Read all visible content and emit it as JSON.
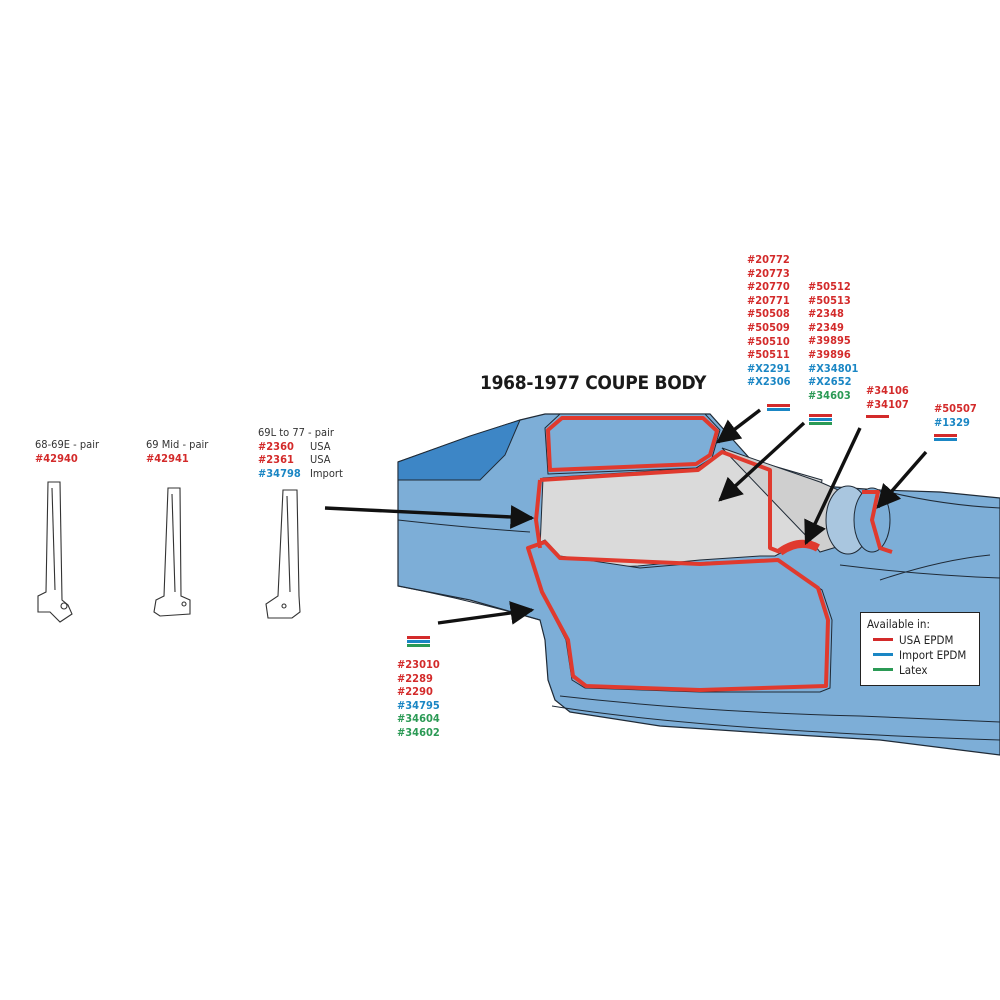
{
  "title": "1968-1977 COUPE BODY",
  "colors": {
    "usa_epdm": "#d32a2a",
    "import_epdm": "#1a86c4",
    "latex": "#2b9a55",
    "body": "#7daed7",
    "seal": "#e03a2e"
  },
  "pillar_parts": [
    {
      "label": "68-69E - pair",
      "parts": [
        {
          "pn": "#42940",
          "color": "red",
          "note": ""
        }
      ]
    },
    {
      "label": "69 Mid - pair",
      "parts": [
        {
          "pn": "#42941",
          "color": "red",
          "note": ""
        }
      ]
    },
    {
      "label": "69L to 77 - pair",
      "parts": [
        {
          "pn": "#2360",
          "color": "red",
          "note": "USA"
        },
        {
          "pn": "#2361",
          "color": "red",
          "note": "USA"
        },
        {
          "pn": "#34798",
          "color": "blue",
          "note": "Import"
        }
      ]
    }
  ],
  "callouts": {
    "roof": {
      "parts": [
        {
          "pn": "#20772",
          "color": "red"
        },
        {
          "pn": "#20773",
          "color": "red"
        },
        {
          "pn": "#20770",
          "color": "red"
        },
        {
          "pn": "#20771",
          "color": "red"
        },
        {
          "pn": "#50508",
          "color": "red"
        },
        {
          "pn": "#50509",
          "color": "red"
        },
        {
          "pn": "#50510",
          "color": "red"
        },
        {
          "pn": "#50511",
          "color": "red"
        },
        {
          "pn": "#X2291",
          "color": "blue"
        },
        {
          "pn": "#X2306",
          "color": "blue"
        }
      ]
    },
    "window": {
      "parts": [
        {
          "pn": "#50512",
          "color": "red"
        },
        {
          "pn": "#50513",
          "color": "red"
        },
        {
          "pn": "#2348",
          "color": "red"
        },
        {
          "pn": "#2349",
          "color": "red"
        },
        {
          "pn": "#39895",
          "color": "red"
        },
        {
          "pn": "#39896",
          "color": "red"
        },
        {
          "pn": "#X34801",
          "color": "blue"
        },
        {
          "pn": "#X2652",
          "color": "blue"
        },
        {
          "pn": "#34603",
          "color": "green"
        }
      ]
    },
    "corner": {
      "parts": [
        {
          "pn": "#34106",
          "color": "red"
        },
        {
          "pn": "#34107",
          "color": "red"
        }
      ]
    },
    "rear": {
      "parts": [
        {
          "pn": "#50507",
          "color": "red"
        },
        {
          "pn": "#1329",
          "color": "blue"
        }
      ]
    },
    "door": {
      "parts": [
        {
          "pn": "#23010",
          "color": "red"
        },
        {
          "pn": "#2289",
          "color": "red"
        },
        {
          "pn": "#2290",
          "color": "red"
        },
        {
          "pn": "#34795",
          "color": "blue"
        },
        {
          "pn": "#34604",
          "color": "green"
        },
        {
          "pn": "#34602",
          "color": "green"
        }
      ]
    }
  },
  "legend": {
    "heading": "Available in:",
    "items": [
      {
        "label": "USA EPDM",
        "color": "#d32a2a"
      },
      {
        "label": "Import EPDM",
        "color": "#1a86c4"
      },
      {
        "label": "Latex",
        "color": "#2b9a55"
      }
    ]
  }
}
